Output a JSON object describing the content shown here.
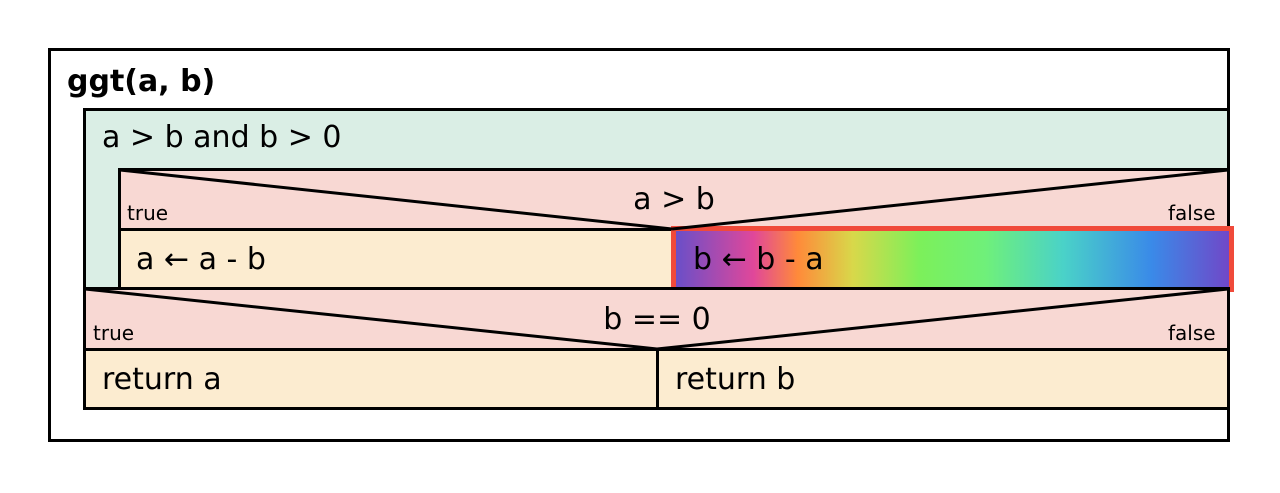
{
  "function": {
    "title": "ggt(a, b)"
  },
  "loop": {
    "condition": "a > b and b > 0",
    "branch": {
      "condition": "a > b",
      "true_label": "true",
      "false_label": "false",
      "true_statement": "a ← a - b",
      "false_statement": "b ← b - a"
    }
  },
  "after_loop_branch": {
    "condition": "b == 0",
    "true_label": "true",
    "false_label": "false",
    "true_statement": "return a",
    "false_statement": "return b"
  },
  "colors": {
    "loop_fill": "#daeee5",
    "condition_fill": "#f8d8d3",
    "statement_fill": "#fcecd0",
    "highlight_border": "#f04a3a"
  }
}
